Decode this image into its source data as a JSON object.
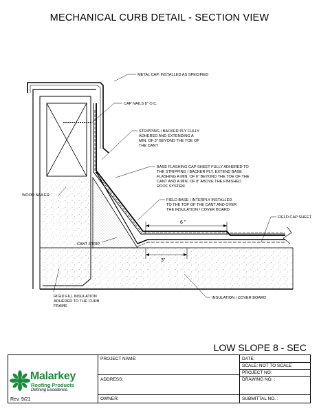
{
  "title": "MECHANICAL CURB DETAIL - SECTION VIEW",
  "drawing_title": "LOW SLOPE 8 - SEC",
  "callouts": {
    "metal_cap": "METAL CAP, INSTALLED AS SPECIFIED",
    "cap_nails": "CAP NAILS 8\" O.C.",
    "stripping": [
      "STRIPPING / BACKER PLY FULLY",
      "ADHERED AND EXTENDING A",
      "MIN. OF 3\" BEYOND THE TOE OF",
      "THE CANT"
    ],
    "base_flashing": [
      "BASE FLASHING CAP SHEET FULLY ADHERED TO",
      "THE STRIPPING / BACKER PLY. EXTEND BASE",
      "FLASHING A MIN. OF 6\" BEYOND THE TOE OF THE",
      "CANT AND A MIN. OF 8\" ABOVE THE FINISHED",
      "ROOF SYSTEM."
    ],
    "field_base": [
      "FIELD BASE / INTERPLY INSTALLED",
      "TO THE TOP OF THE CANT AND OVER",
      "THE INSULATION / COVER BOARD"
    ],
    "field_cap": "FIELD CAP SHEET",
    "wood_nailer": "WOOD NAILER",
    "cant_strip": "CANT STRIP",
    "rigid_fill": [
      "RIGID FILL INSULATION",
      "ADHERED TO THE CURB",
      "FRAME"
    ],
    "insulation": "INSULATION / COVER BOARD",
    "dim_6": "6 \"",
    "dim_3": "3\""
  },
  "title_block": {
    "project_name": "PROJECT NAME:",
    "address": "ADDRESS:",
    "owner": "OWNER:",
    "date": "DATE:",
    "scale": "SCALE:  NOT TO SCALE",
    "project_no": "PROJECT NO:",
    "drawing_no": "DRAWING NO. :",
    "submittal_no": "SUBMITTAL NO. :",
    "brand": "Malarkey",
    "brand_sub": "Roofing Products",
    "tagline": "Defining Excellence.",
    "rev": "Rev. 9/21"
  },
  "colors": {
    "brand_green": "#1a8a3b",
    "line": "#000000"
  }
}
